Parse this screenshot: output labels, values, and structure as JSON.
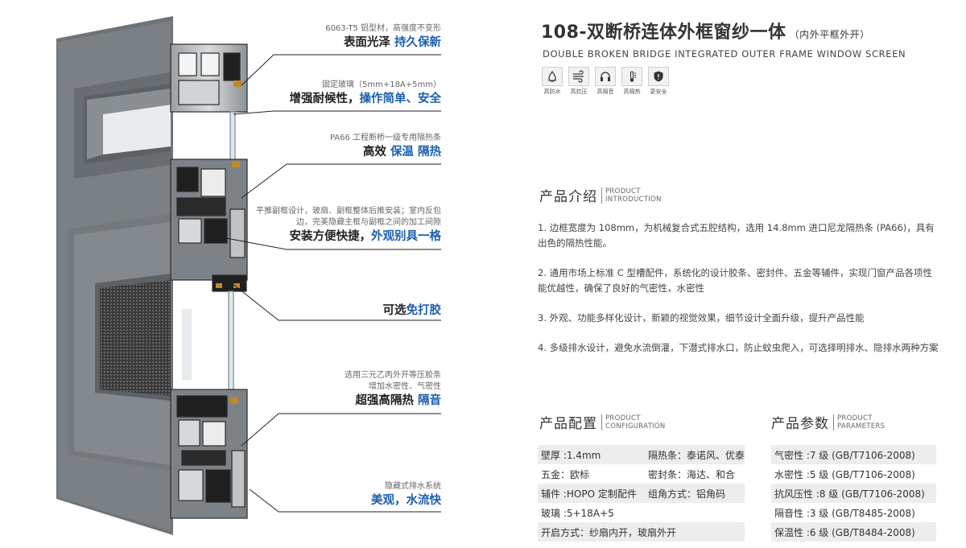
{
  "callouts": [
    {
      "small": [
        "6063-T5 铝型材，高强度不变形"
      ],
      "big_plain": "表面光泽 ",
      "big_hl": "持久保新"
    },
    {
      "small": [
        "固定玻璃（5mm+18A+5mm）"
      ],
      "big_plain": "增强耐候性，",
      "big_hl": "操作简单、安全"
    },
    {
      "small": [
        "PA66 工程断桥一级专用隔热条"
      ],
      "big_plain": "高效 ",
      "big_hl": "保温 隔热"
    },
    {
      "small": [
        "平推副框设计，玻扇、副框整体后推安装；室内反包",
        "边，完美隐藏主框与副框之间的加工间隙"
      ],
      "big_plain": "安装方便快捷，",
      "big_hl": "外观别具一格"
    },
    {
      "small": [],
      "big_plain": "可选",
      "big_hl": "免打胶"
    },
    {
      "small": [
        "选用三元乙丙外开等压胶条",
        "增加水密性、气密性"
      ],
      "big_plain": "超强高隔热 ",
      "big_hl": "隔音"
    },
    {
      "small": [
        "隐藏式排水系统"
      ],
      "big_plain": "",
      "big_hl": "美观，水流快"
    }
  ],
  "header": {
    "title": "108-双断桥连体外框窗纱一体",
    "title_sub": "（内外平框外开）",
    "title_en": "DOUBLE BROKEN BRIDGE INTEGRATED OUTER FRAME WINDOW SCREEN"
  },
  "badges": [
    {
      "icon": "water-drop-icon",
      "label": "高防水"
    },
    {
      "icon": "wind-icon",
      "label": "高抗压"
    },
    {
      "icon": "headphones-icon",
      "label": "高隔音"
    },
    {
      "icon": "thermometer-icon",
      "label": "高隔热"
    },
    {
      "icon": "shield-icon",
      "label": "更安全"
    }
  ],
  "intro": {
    "cn": "产品介绍",
    "en1": "PRODUCT",
    "en2": "INTRODUCTION",
    "paragraphs": [
      "1. 边框宽度为 108mm，为机械复合式五腔结构，选用 14.8mm 进口尼龙隔热条 (PA66)，具有出色的隔热性能。",
      "2. 通用市场上标准 C 型槽配件，系统化的设计胶条、密封件、五金等辅件，实现门窗产品各项性能优越性，确保了良好的气密性，水密性",
      "3. 外观、功能多样化设计，新颖的视觉效果，细节设计全面升级，提升产品性能",
      "4. 多级排水设计，避免水流倒灌，下潜式排水口，防止蚊虫爬入，可选择明排水、隐排水两种方案"
    ]
  },
  "config": {
    "cn": "产品配置",
    "en1": "PRODUCT",
    "en2": "CONFIGURATION",
    "rows": [
      [
        "壁厚 :1.4mm",
        "隔热条：泰诺风、优泰"
      ],
      [
        "五金：欧标",
        "密封条：海达、和合"
      ],
      [
        "辅件 :HOPO 定制配件",
        "组角方式：铝角码"
      ],
      [
        "玻璃 :5+18A+5",
        ""
      ],
      [
        "开启方式：纱扇内开，玻扇外开",
        ""
      ]
    ]
  },
  "params": {
    "cn": "产品参数",
    "en1": "PRODUCT",
    "en2": "PARAMETERS",
    "rows": [
      "气密性 :7 级 (GB/T7106-2008)",
      "水密性 :5 级 (GB/T7106-2008)",
      "抗风压性 :8 级 (GB/T7106-2008)",
      "隔音性 :3 级 (GB/T8485-2008)",
      "保温性 :6 级 (GB/T8484-2008)"
    ]
  }
}
